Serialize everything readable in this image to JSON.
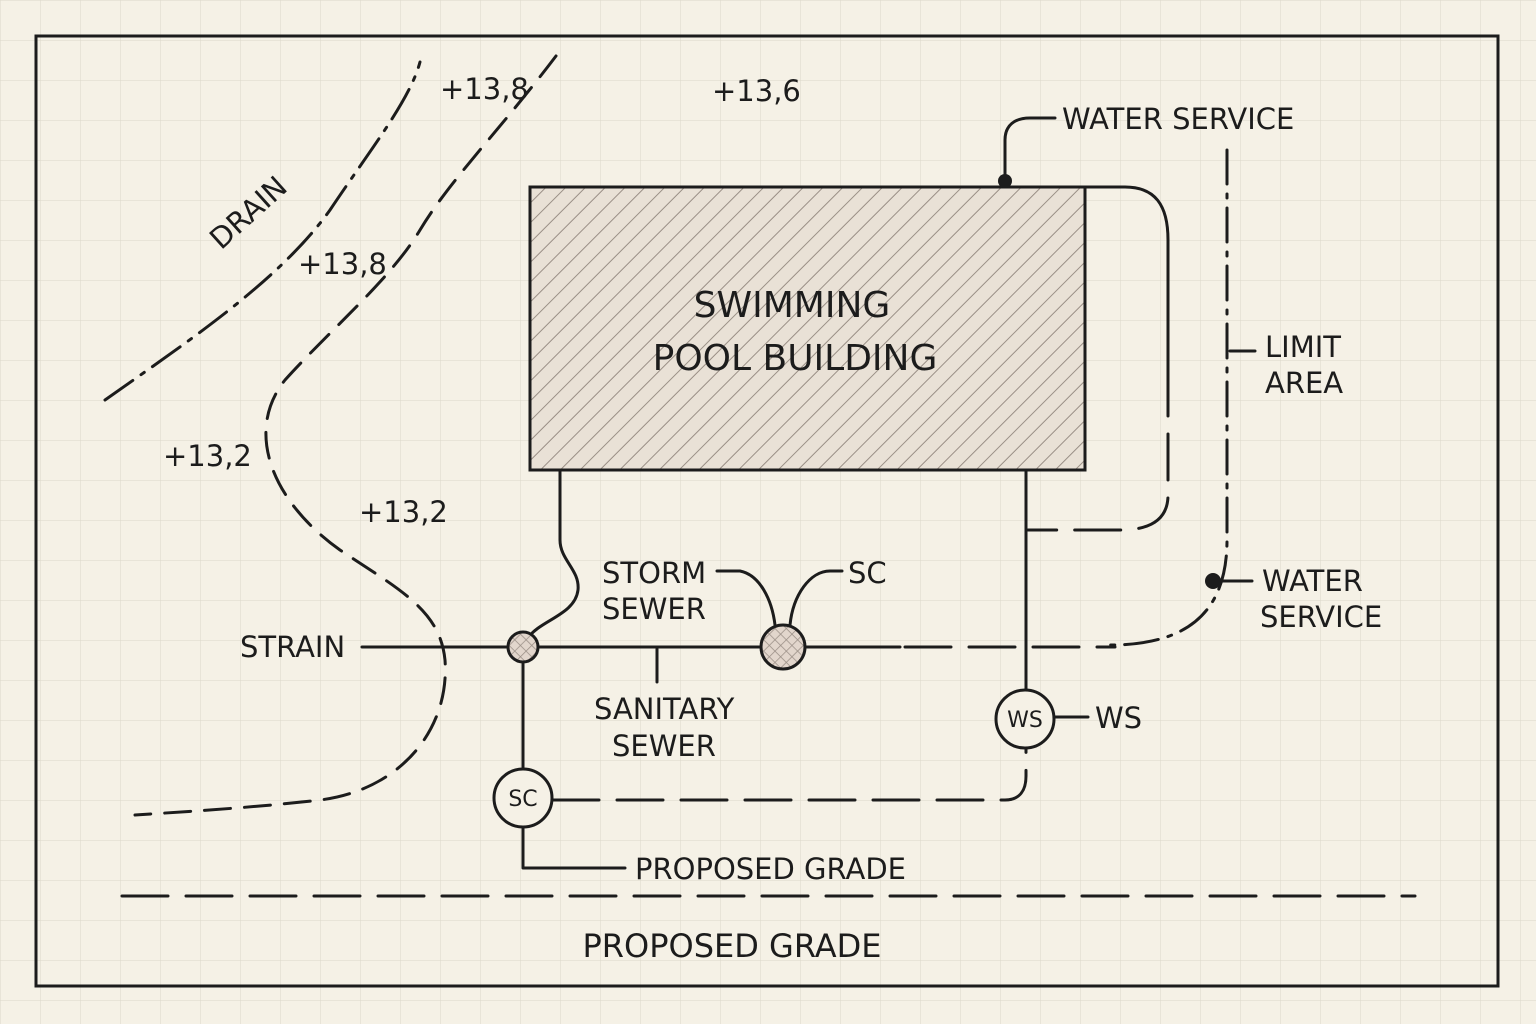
{
  "colors": {
    "paper": "#f5f1e6",
    "grid": "#dcd8ca",
    "ink": "#1c1c1c",
    "hatch": "#9a8f86"
  },
  "labels": {
    "building_line1": "SWIMMING",
    "building_line2": "POOL BUILDING",
    "drain": "DRAIN",
    "elev_1": "+13,8",
    "elev_2": "+13,6",
    "elev_3": "+13,8",
    "elev_4": "+13,2",
    "elev_5": "+13,2",
    "water_service_top": "WATER SERVICE",
    "limit_area_line1": "LIMIT",
    "limit_area_line2": "AREA",
    "water_service_right_line1": "WATER",
    "water_service_right_line2": "SERVICE",
    "storm_sewer_line1": "STORM",
    "storm_sewer_line2": "SEWER",
    "sc_label": "SC",
    "strain": "STRAIN",
    "sanitary_sewer_line1": "SANITARY",
    "sanitary_sewer_line2": "SEWER",
    "ws_circle": "WS",
    "ws_label": "WS",
    "sc_circle": "SC",
    "proposed_grade_leader": "PROPOSED GRADE",
    "proposed_grade_bottom": "PROPOSED GRADE"
  }
}
